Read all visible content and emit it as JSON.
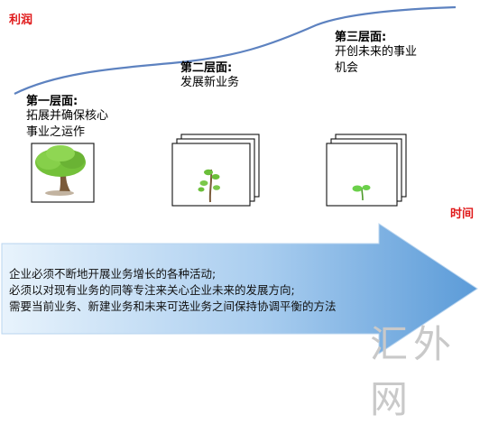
{
  "axes": {
    "y_label": "利润",
    "x_label": "时间"
  },
  "layers": [
    {
      "title": "第一层面:",
      "lines": [
        "拓展并确保核心",
        "事业之运作"
      ]
    },
    {
      "title": "第二层面:",
      "lines": [
        "发展新业务"
      ]
    },
    {
      "title": "第三层面:",
      "lines": [
        "开创未来的事业",
        "机会"
      ]
    }
  ],
  "arrow": {
    "lines": [
      "企业必须不断地开展业务增长的各种活动;",
      "必须以对现有业务的同等专注来关心企业未来的发展方向;",
      "需要当前业务、新建业务和未来可选业务之间保持协调平衡的方法"
    ]
  },
  "watermark": "汇外网",
  "colors": {
    "axis": "#e0191a",
    "curve": "#5d82c0",
    "arrow_light": "#e4f0fb",
    "arrow_dark": "#5b9bd8",
    "tree_leaf": "#74c13a",
    "trunk": "#7a5a3a"
  },
  "icons": {
    "stage1": "tree-icon",
    "stage2": "sapling-icon",
    "stage3": "sprout-icon"
  }
}
